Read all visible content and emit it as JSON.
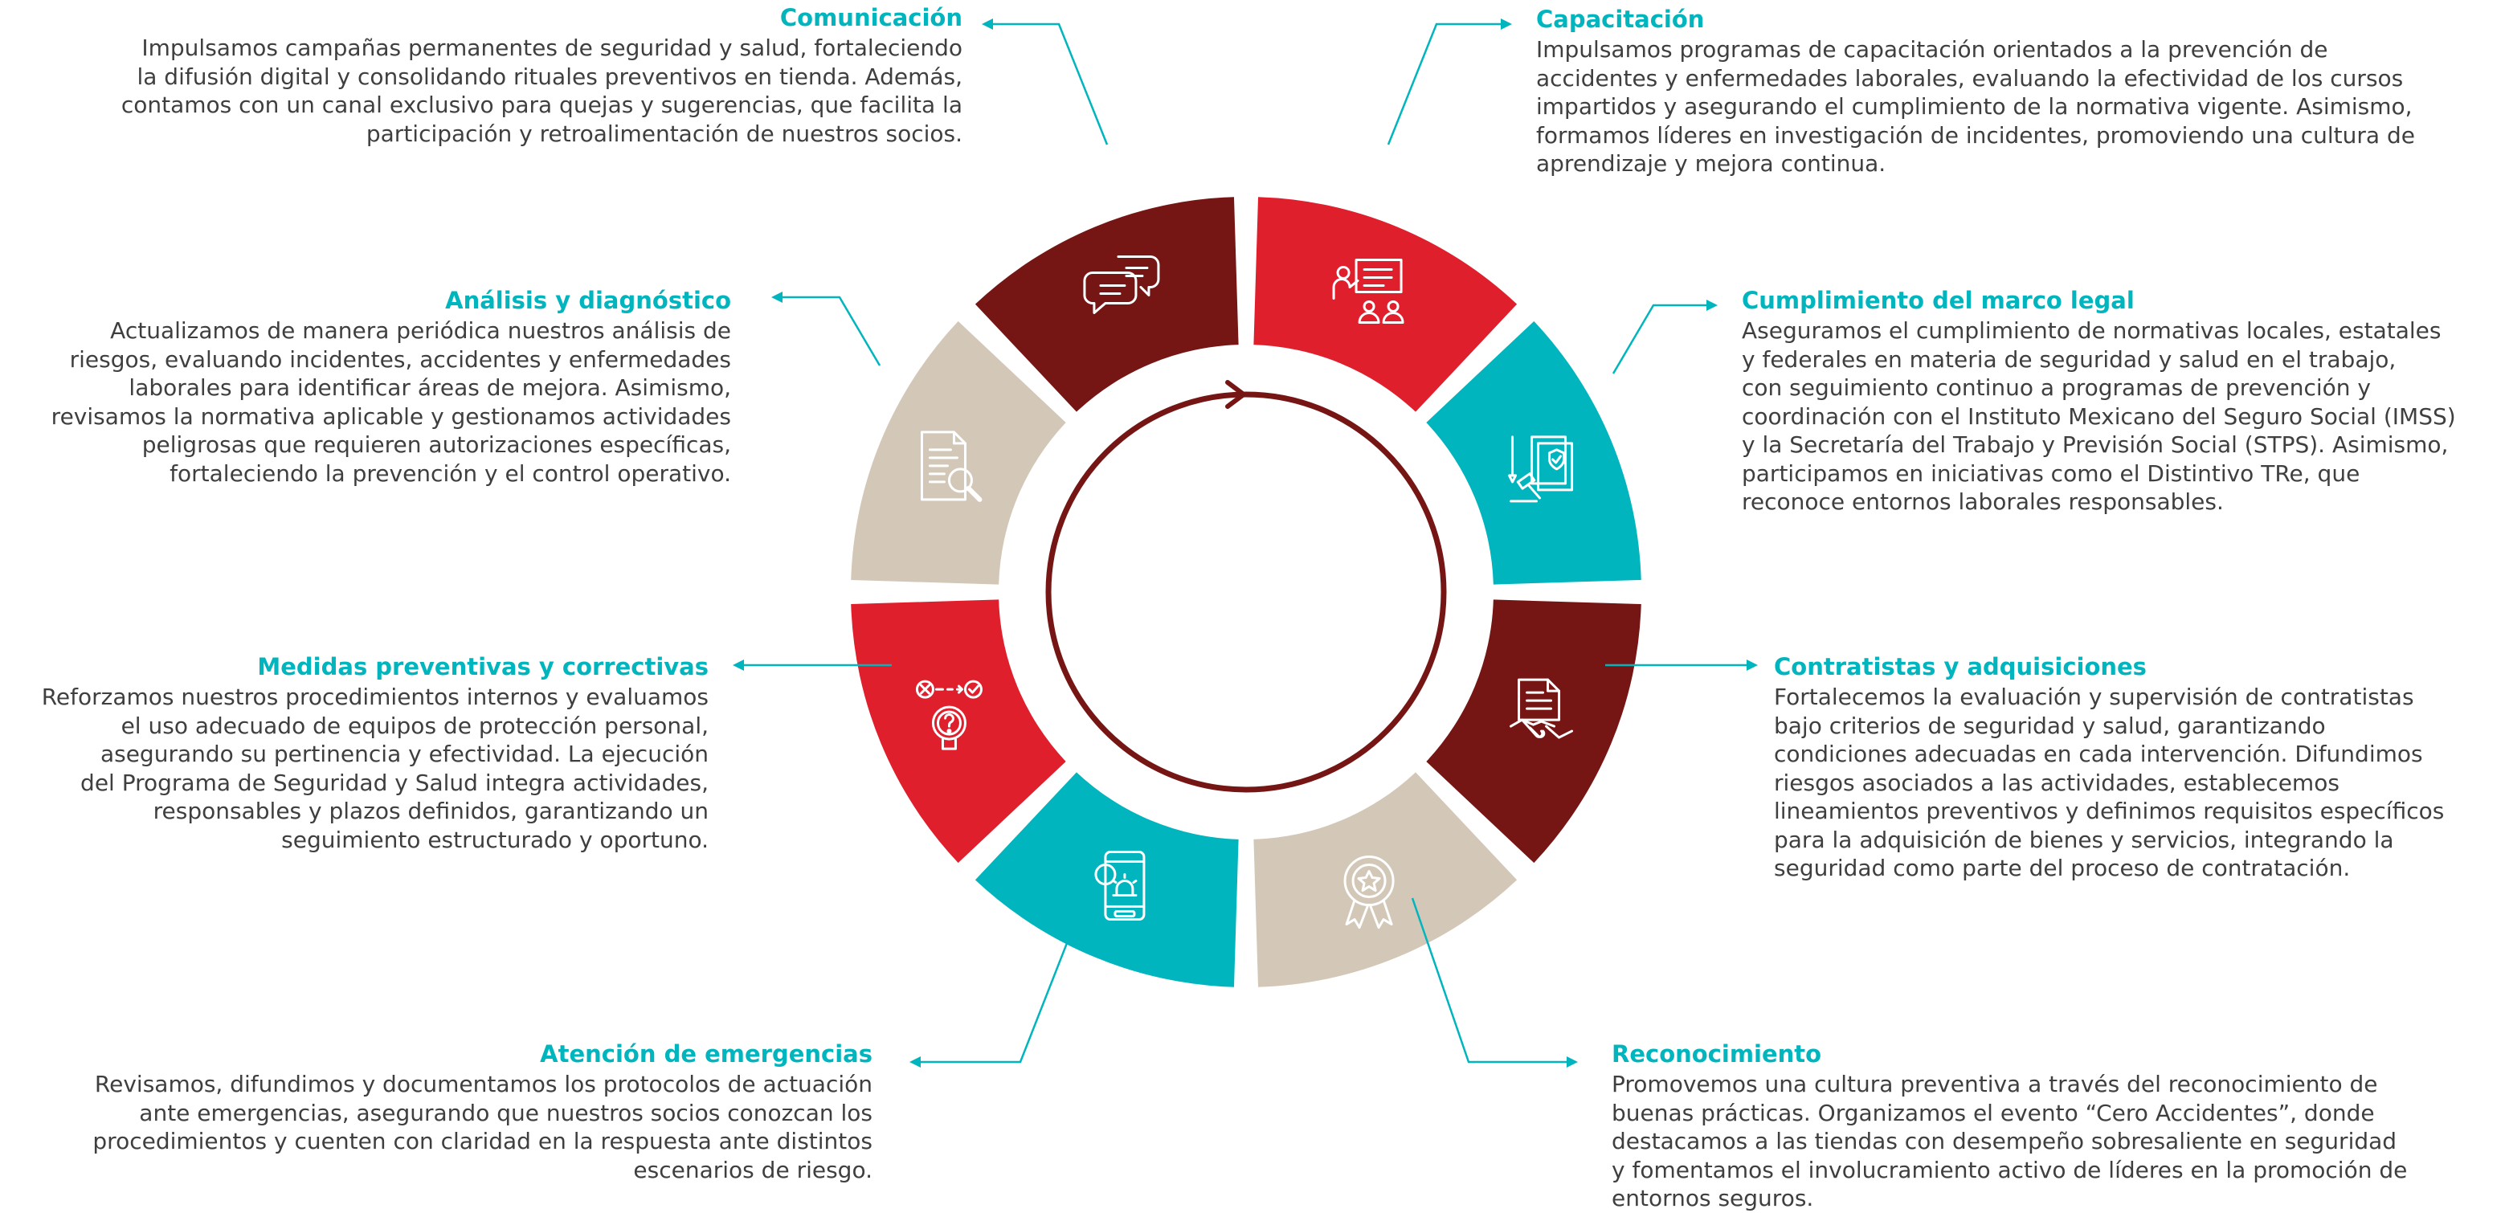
{
  "colors": {
    "teal": "#00b5bd",
    "red": "#e01f2d",
    "dark_red": "#761614",
    "beige": "#d3c8b7",
    "text": "#3f3f3f",
    "icon_stroke": "#ffffff"
  },
  "segments": [
    {
      "id": "comunicacion",
      "color": "dark_red",
      "icon": "chat-bubbles-icon"
    },
    {
      "id": "capacitacion",
      "color": "red",
      "icon": "presentation-board-icon"
    },
    {
      "id": "marco_legal",
      "color": "teal",
      "icon": "legal-documents-gavel-icon"
    },
    {
      "id": "contratistas",
      "color": "dark_red",
      "icon": "contract-handshake-icon"
    },
    {
      "id": "reconocimiento",
      "color": "beige",
      "icon": "award-badge-icon"
    },
    {
      "id": "emergencias",
      "color": "teal",
      "icon": "phone-alarm-icon"
    },
    {
      "id": "medidas",
      "color": "red",
      "icon": "decision-question-icon"
    },
    {
      "id": "analisis",
      "color": "beige",
      "icon": "document-magnifier-icon"
    }
  ],
  "blocks": {
    "comunicacion": {
      "title": "Comunicación",
      "lines": [
        "Impulsamos campañas permanentes de seguridad y salud, fortaleciendo",
        "la difusión digital y consolidando rituales preventivos en tienda. Además,",
        "contamos con un canal exclusivo para quejas y sugerencias, que facilita la",
        "participación y retroalimentación de nuestros socios."
      ]
    },
    "capacitacion": {
      "title": "Capacitación",
      "lines": [
        "Impulsamos programas de capacitación orientados a la prevención de",
        "accidentes y enfermedades laborales, evaluando la efectividad de los cursos",
        "impartidos y asegurando el cumplimiento de la normativa vigente. Asimismo,",
        "formamos líderes en investigación de incidentes, promoviendo una cultura de",
        "aprendizaje y mejora continua."
      ]
    },
    "analisis": {
      "title": "Análisis y diagnóstico",
      "lines": [
        "Actualizamos de manera periódica nuestros análisis de",
        "riesgos, evaluando incidentes, accidentes y enfermedades",
        "laborales para identificar áreas de mejora. Asimismo,",
        "revisamos la normativa aplicable y gestionamos actividades",
        "peligrosas que requieren autorizaciones específicas,",
        "fortaleciendo la prevención y el control operativo."
      ]
    },
    "marco_legal": {
      "title": "Cumplimiento del marco legal",
      "lines": [
        "Aseguramos el cumplimiento de normativas locales, estatales",
        "y federales en materia de seguridad y salud en el trabajo,",
        "con seguimiento continuo a programas de prevención y",
        "coordinación con el Instituto Mexicano del Seguro Social (IMSS)",
        "y la Secretaría del Trabajo y Previsión Social (STPS). Asimismo,",
        "participamos en iniciativas como el Distintivo TRe, que",
        "reconoce entornos laborales responsables."
      ]
    },
    "medidas": {
      "title": "Medidas preventivas y correctivas",
      "lines": [
        "Reforzamos nuestros procedimientos internos y evaluamos",
        "el uso adecuado de equipos de protección personal,",
        "asegurando su pertinencia y efectividad. La ejecución",
        "del Programa de Seguridad y Salud integra actividades,",
        "responsables y plazos definidos, garantizando un",
        "seguimiento estructurado y oportuno."
      ]
    },
    "contratistas": {
      "title": "Contratistas y adquisiciones",
      "lines": [
        "Fortalecemos la evaluación y supervisión de contratistas",
        "bajo criterios de seguridad y salud, garantizando",
        "condiciones adecuadas en cada intervención. Difundimos",
        "riesgos asociados a las actividades, establecemos",
        "lineamientos preventivos y definimos requisitos específicos",
        "para la adquisición de bienes y servicios, integrando la",
        "seguridad como parte del proceso de contratación."
      ]
    },
    "emergencias": {
      "title": "Atención de emergencias",
      "lines": [
        "Revisamos, difundimos y documentamos los protocolos de actuación",
        "ante emergencias, asegurando que nuestros socios conozcan los",
        "procedimientos y cuenten con claridad en la respuesta ante distintos",
        "escenarios de riesgo."
      ]
    },
    "reconocimiento": {
      "title": "Reconocimiento",
      "lines": [
        "Promovemos una cultura preventiva a través del reconocimiento de",
        "buenas prácticas. Organizamos el evento “Cero Accidentes”, donde",
        "destacamos a las tiendas con desempeño sobresaliente en seguridad",
        "y fomentamos el involucramiento activo de líderes en la promoción de",
        "entornos seguros."
      ]
    }
  }
}
